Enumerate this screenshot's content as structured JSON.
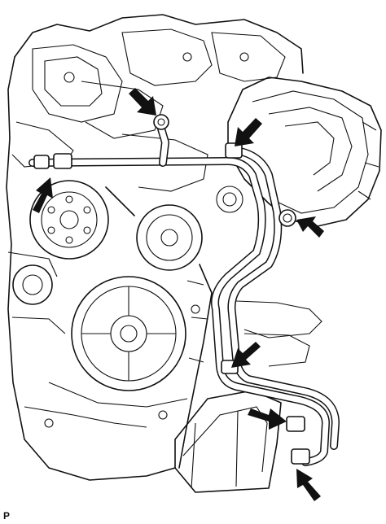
{
  "figure": {
    "corner_code": "P"
  },
  "colors": {
    "ink": "#111111",
    "paper": "#ffffff"
  },
  "callouts": [
    {
      "name": "arrow-upper-bolt"
    },
    {
      "name": "arrow-upper-clamp"
    },
    {
      "name": "arrow-left-union"
    },
    {
      "name": "arrow-right-bolt"
    },
    {
      "name": "arrow-mid-clamp"
    },
    {
      "name": "arrow-lower-clamp"
    },
    {
      "name": "arrow-bottom-union"
    }
  ]
}
